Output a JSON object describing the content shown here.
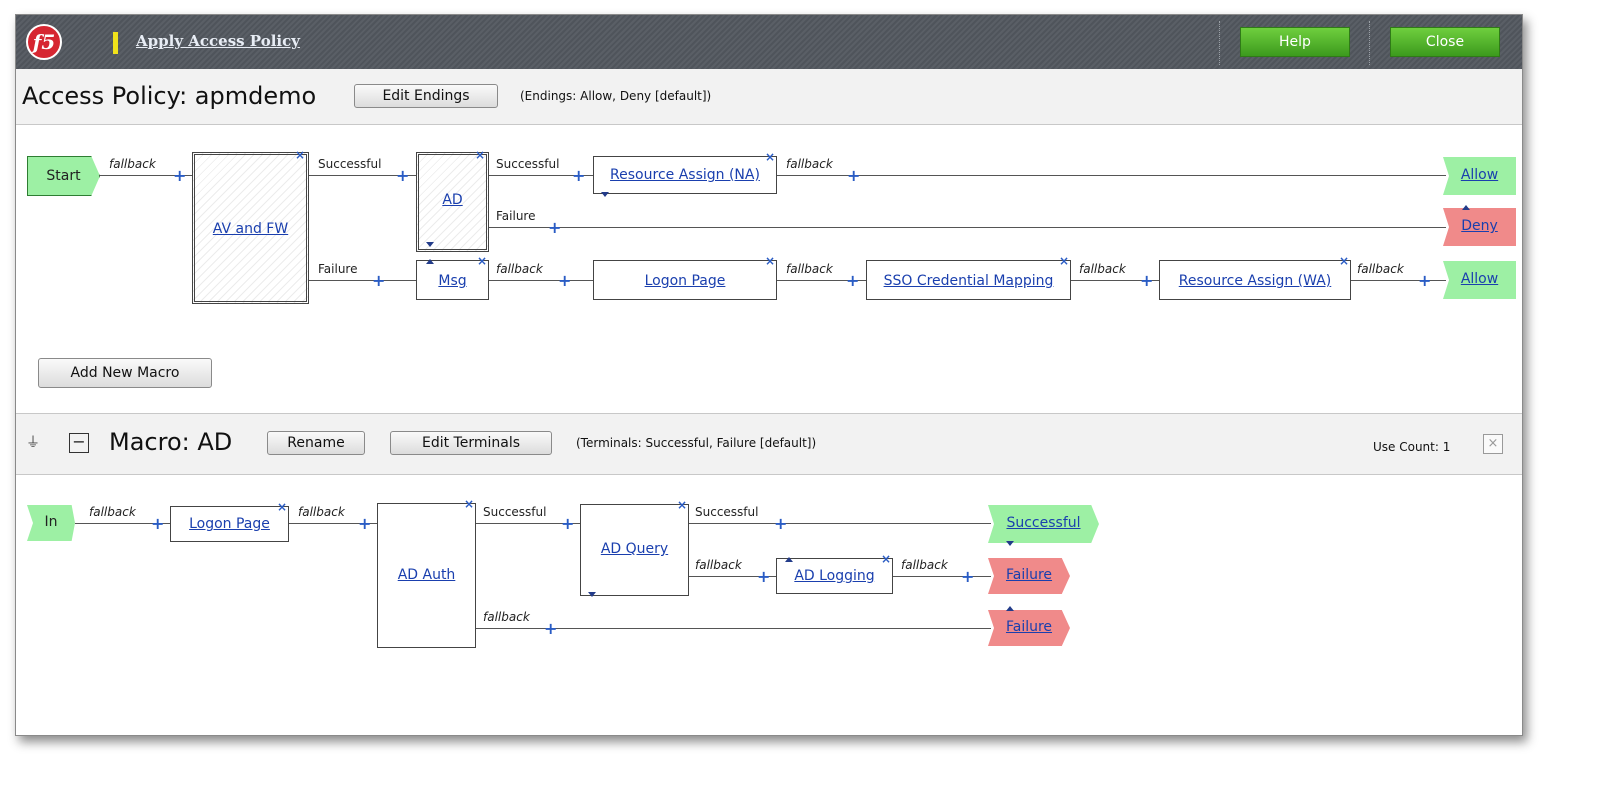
{
  "titlebar": {
    "logo_text": "f5",
    "title": "Apply Access Policy",
    "help_label": "Help",
    "close_label": "Close"
  },
  "policy": {
    "title": "Access Policy: apmdemo",
    "edit_endings_label": "Edit Endings",
    "endings_note": "(Endings: Allow, Deny [default])",
    "start_label": "Start",
    "items": {
      "av_fw": "AV and FW",
      "ad": "AD",
      "resource_na": "Resource Assign (NA)",
      "msg": "Msg",
      "logon_page": "Logon Page",
      "sso": "SSO Credential Mapping",
      "resource_wa": "Resource Assign (WA)"
    },
    "endings": {
      "allow1": "Allow",
      "deny": "Deny",
      "allow2": "Allow"
    },
    "branches": {
      "fallback": "fallback",
      "successful": "Successful",
      "failure": "Failure"
    },
    "add_macro_label": "Add New Macro"
  },
  "macro": {
    "title": "Macro: AD",
    "rename_label": "Rename",
    "edit_terminals_label": "Edit Terminals",
    "terminals_note": "(Terminals: Successful, Failure [default])",
    "use_count": "Use Count: 1",
    "in_label": "In",
    "items": {
      "logon_page": "Logon Page",
      "ad_auth": "AD Auth",
      "ad_query": "AD Query",
      "ad_logging": "AD Logging"
    },
    "terminals": {
      "successful": "Successful",
      "failure1": "Failure",
      "failure2": "Failure"
    },
    "branches": {
      "fallback": "fallback",
      "successful": "Successful"
    }
  },
  "colors": {
    "ending_allow": "#9df0a4",
    "ending_deny": "#f08a8a",
    "title_bar": "#555a61",
    "green_button": "#4aac25",
    "link": "#1a3fae"
  }
}
